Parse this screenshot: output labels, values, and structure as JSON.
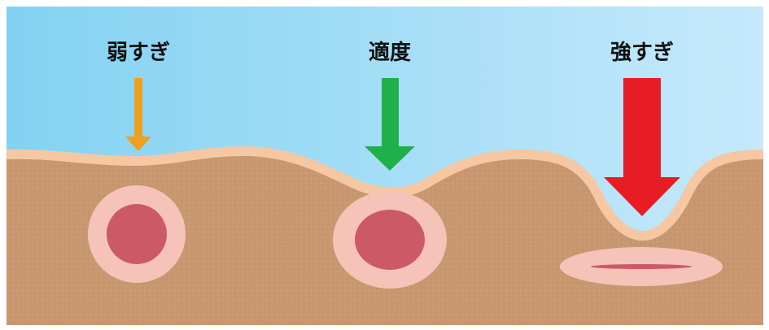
{
  "labels": {
    "weak": "弱すぎ",
    "moderate": "適度",
    "strong": "強すぎ"
  },
  "colors": {
    "sky_top": "#7fd0f0",
    "sky_bottom": "#c8eafb",
    "skin_surface": "#f6c7a3",
    "tissue": "#c89670",
    "vessel_ring": "#f6c3b8",
    "vessel_core": "#cc5a65",
    "arrow_weak": "#f0a020",
    "arrow_moderate": "#20b04a",
    "arrow_strong": "#e81c24"
  }
}
